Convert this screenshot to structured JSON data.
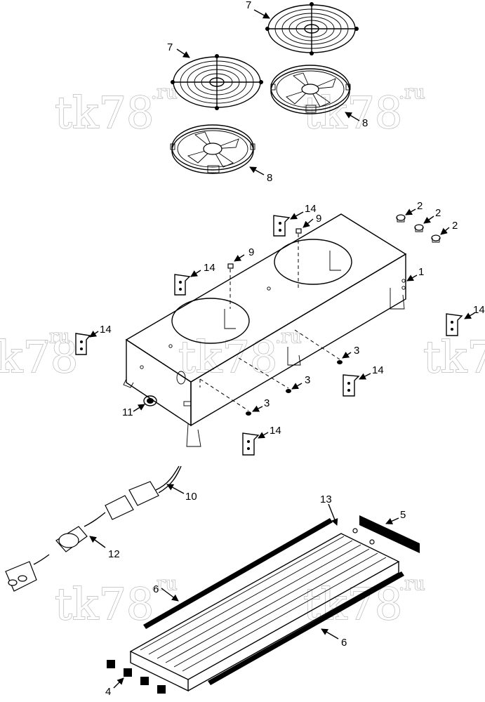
{
  "watermark": {
    "brand": "tk78",
    "suffix": ".ru"
  },
  "callouts": [
    {
      "id": "c7a",
      "label": "7"
    },
    {
      "id": "c7b",
      "label": "7"
    },
    {
      "id": "c8a",
      "label": "8"
    },
    {
      "id": "c8b",
      "label": "8"
    },
    {
      "id": "c14a",
      "label": "14"
    },
    {
      "id": "c9a",
      "label": "9"
    },
    {
      "id": "c2a",
      "label": "2"
    },
    {
      "id": "c2b",
      "label": "2"
    },
    {
      "id": "c2c",
      "label": "2"
    },
    {
      "id": "c9b",
      "label": "9"
    },
    {
      "id": "c14b",
      "label": "14"
    },
    {
      "id": "c1",
      "label": "1"
    },
    {
      "id": "c14c",
      "label": "14"
    },
    {
      "id": "c14d",
      "label": "14"
    },
    {
      "id": "c3a",
      "label": "3"
    },
    {
      "id": "c14e",
      "label": "14"
    },
    {
      "id": "c3b",
      "label": "3"
    },
    {
      "id": "c11",
      "label": "11"
    },
    {
      "id": "c3c",
      "label": "3"
    },
    {
      "id": "c14f",
      "label": "14"
    },
    {
      "id": "c10",
      "label": "10"
    },
    {
      "id": "c13",
      "label": "13"
    },
    {
      "id": "c5",
      "label": "5"
    },
    {
      "id": "c12",
      "label": "12"
    },
    {
      "id": "c6a",
      "label": "6"
    },
    {
      "id": "c6b",
      "label": "6"
    },
    {
      "id": "c4",
      "label": "4"
    }
  ]
}
